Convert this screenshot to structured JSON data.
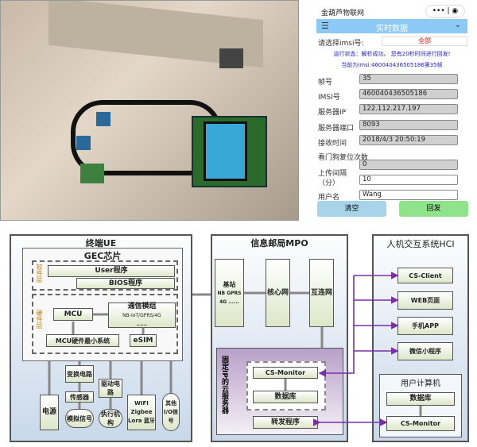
{
  "phone": {
    "app_title": "金葫芦物联网",
    "menu_title": "实时数据",
    "select_label": "请选择imsi号:",
    "select_value": "全部",
    "status_line": "运行状态：解析成功。 您有20秒时间进行回发!",
    "current_line": "当前为imsi:460040436505186第35帧",
    "fields": [
      {
        "label": "帧号",
        "value": "35"
      },
      {
        "label": "IMSI号",
        "value": "460040436505186"
      },
      {
        "label": "服务器IP",
        "value": "122.112.217.197"
      },
      {
        "label": "服务器端口",
        "value": "8093"
      },
      {
        "label": "接收时间",
        "value": "2018/4/3 20:50:19"
      }
    ],
    "watchdog_label": "看门狗复位次数",
    "watchdog_value": "0",
    "upload_label": "上传间隔",
    "upload_unit": "（分）",
    "upload_value": "10",
    "user_label": "用户名",
    "user_value": "Wang",
    "clear_button": "清空",
    "reply_button": "回发",
    "colors": {
      "menu": "#8ccaf5",
      "clear": "#a9d3e8",
      "reply": "#8fe38a",
      "status": "#2222dd",
      "select": "#ff0000"
    }
  },
  "diagram": {
    "ue": {
      "title": "终端UE",
      "chip": "GEC芯片",
      "software_layer": "软件层",
      "user_prog": "User程序",
      "bios_prog": "BIOS程序",
      "hardware_layer": "硬件层",
      "mcu": "MCU",
      "comm": "通信模组",
      "comm_sub": "NB-IoT/GPRS/4G",
      "comm_more": "......",
      "mcu_min": "MCU硬件最小系统",
      "esim": "eSIM",
      "periph": {
        "power": "电源",
        "convert": "变换电路",
        "sensor": "传感器",
        "analog": "模拟信号",
        "drive": "驱动电路",
        "actuator": "执行机构",
        "wireless": "WIFI Zigbee Lora 蓝牙",
        "io": "其他I/O信号"
      }
    },
    "mpo": {
      "title": "信息邮局MPO",
      "base": "基站",
      "base_sub": "NB GPRS 4G ......",
      "core": "核心网",
      "internet": "互连网",
      "cloud": "固定IP的云服务器",
      "cs_monitor": "CS-Monitor",
      "db": "数据库",
      "forward": "转发程序"
    },
    "hci": {
      "title": "人机交互系统HCI",
      "cs_client": "CS-Client",
      "web": "WEB页面",
      "app": "手机APP",
      "wechat": "微信小程序",
      "user_pc": "用户计算机",
      "db": "数据库",
      "cs_monitor": "CS-Monitor"
    },
    "colors": {
      "arrow": "#7a2fa8"
    }
  }
}
